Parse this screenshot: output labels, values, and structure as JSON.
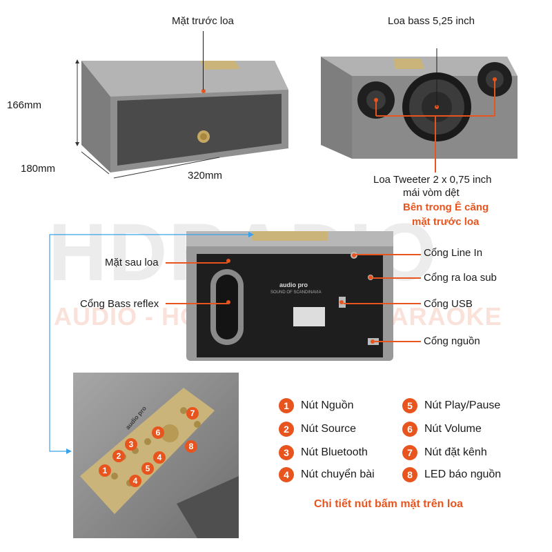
{
  "watermark": {
    "brand": "HDRADIO",
    "tagline": "AUDIO - HOME CINEMA - KARAOKE"
  },
  "front_view": {
    "title": "Mặt trước loa",
    "height": "166mm",
    "depth": "180mm",
    "width": "320mm"
  },
  "inside_view": {
    "bass_label": "Loa bass 5,25 inch",
    "tweeter_label_line1": "Loa Tweeter 2 x 0,75 inch",
    "tweeter_label_line2": "mái vòm dệt",
    "note_line1": "Bên trong Ê căng",
    "note_line2": "mặt trước loa"
  },
  "back_view": {
    "back_label": "Mặt sau loa",
    "bass_reflex": "Cổng Bass reflex",
    "line_in": "Cổng Line In",
    "sub_out": "Cổng ra loa sub",
    "usb": "Cổng USB",
    "power": "Cổng nguồn",
    "panel_brand": "audio pro",
    "panel_tagline": "SOUND OF SCANDINAVIA"
  },
  "top_panel": {
    "brand": "audio pro",
    "markers": [
      "1",
      "2",
      "3",
      "4",
      "5",
      "6",
      "7",
      "8",
      "4"
    ]
  },
  "legend": {
    "items": [
      {
        "num": "1",
        "label": "Nút Nguồn"
      },
      {
        "num": "2",
        "label": "Nút Source"
      },
      {
        "num": "3",
        "label": "Nút Bluetooth"
      },
      {
        "num": "4",
        "label": "Nút chuyển bài"
      },
      {
        "num": "5",
        "label": "Nút Play/Pause"
      },
      {
        "num": "6",
        "label": "Nút Volume"
      },
      {
        "num": "7",
        "label": "Nút đặt kênh"
      },
      {
        "num": "8",
        "label": "LED báo nguồn"
      }
    ],
    "caption": "Chi tiết nút bấm mặt trên loa"
  },
  "colors": {
    "accent": "#e8541e",
    "guide_line": "#3aa0e8",
    "speaker_grey": "#8d8d8d",
    "brass": "#cbb47a"
  }
}
